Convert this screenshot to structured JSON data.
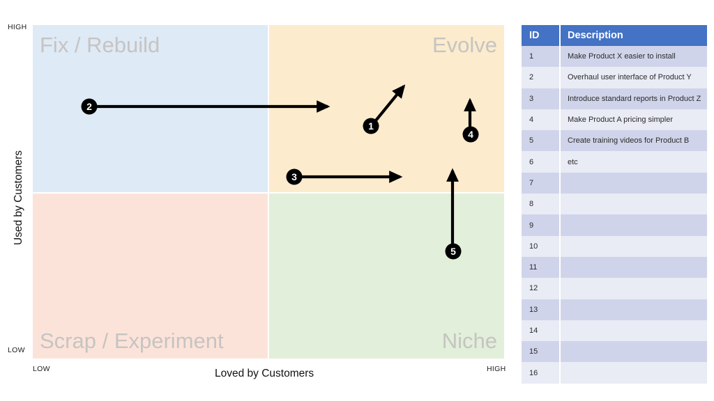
{
  "chart_data": {
    "type": "scatter",
    "title": "",
    "xlabel": "Loved by Customers",
    "ylabel": "Used by Customers",
    "x_ticklabels": [
      "LOW",
      "HIGH"
    ],
    "y_ticklabels": [
      "LOW",
      "HIGH"
    ],
    "grid": false,
    "legend": "none",
    "quadrants": [
      {
        "key": "top_left",
        "label": "Fix / Rebuild",
        "color": "#DEEAF6",
        "x": "low",
        "y": "high",
        "align": "left"
      },
      {
        "key": "top_right",
        "label": "Evolve",
        "color": "#FCEBCD",
        "x": "high",
        "y": "high",
        "align": "right"
      },
      {
        "key": "bottom_left",
        "label": "Scrap / Experiment",
        "color": "#FCE3DA",
        "x": "low",
        "y": "low",
        "align": "left"
      },
      {
        "key": "bottom_right",
        "label": "Niche",
        "color": "#E2EFDA",
        "x": "high",
        "y": "low",
        "align": "right"
      }
    ],
    "markers": [
      {
        "id": "1",
        "start": [
          532,
          181
        ],
        "end": [
          582,
          120
        ],
        "direction": "up-right",
        "quadrant": "top_right"
      },
      {
        "id": "2",
        "start": [
          128,
          153
        ],
        "end": [
          474,
          153
        ],
        "direction": "right",
        "quadrant": "top_left"
      },
      {
        "id": "3",
        "start": [
          422,
          254
        ],
        "end": [
          578,
          254
        ],
        "direction": "right",
        "quadrant": "top_right"
      },
      {
        "id": "4",
        "start": [
          675,
          193
        ],
        "end": [
          675,
          140
        ],
        "direction": "up",
        "quadrant": "top_right"
      },
      {
        "id": "5",
        "start": [
          650,
          361
        ],
        "end": [
          650,
          240
        ],
        "direction": "up",
        "quadrant": "bottom_right"
      }
    ]
  },
  "axis": {
    "y_title": "Used by Customers",
    "x_title": "Loved by Customers",
    "y_high": "HIGH",
    "y_low": "LOW",
    "x_high": "HIGH",
    "x_low": "LOW"
  },
  "quadrant_labels": {
    "top_left": "Fix / Rebuild",
    "top_right": "Evolve",
    "bottom_left": "Scrap / Experiment",
    "bottom_right": "Niche"
  },
  "markers": {
    "m1": "1",
    "m2": "2",
    "m3": "3",
    "m4": "4",
    "m5": "5"
  },
  "table": {
    "headers": {
      "id": "ID",
      "description": "Description"
    },
    "header_bg": "#4472C4",
    "row_bg_dark": "#D0D4EA",
    "row_bg_light": "#E9EBF5",
    "rows": [
      {
        "id": "1",
        "description": "Make Product X easier to install"
      },
      {
        "id": "2",
        "description": "Overhaul user interface of Product Y"
      },
      {
        "id": "3",
        "description": "Introduce standard reports in Product Z"
      },
      {
        "id": "4",
        "description": "Make Product A pricing simpler"
      },
      {
        "id": "5",
        "description": "Create training videos for Product B"
      },
      {
        "id": "6",
        "description": "etc"
      },
      {
        "id": "7",
        "description": ""
      },
      {
        "id": "8",
        "description": ""
      },
      {
        "id": "9",
        "description": ""
      },
      {
        "id": "10",
        "description": ""
      },
      {
        "id": "11",
        "description": ""
      },
      {
        "id": "12",
        "description": ""
      },
      {
        "id": "13",
        "description": ""
      },
      {
        "id": "14",
        "description": ""
      },
      {
        "id": "15",
        "description": ""
      },
      {
        "id": "16",
        "description": ""
      }
    ]
  }
}
